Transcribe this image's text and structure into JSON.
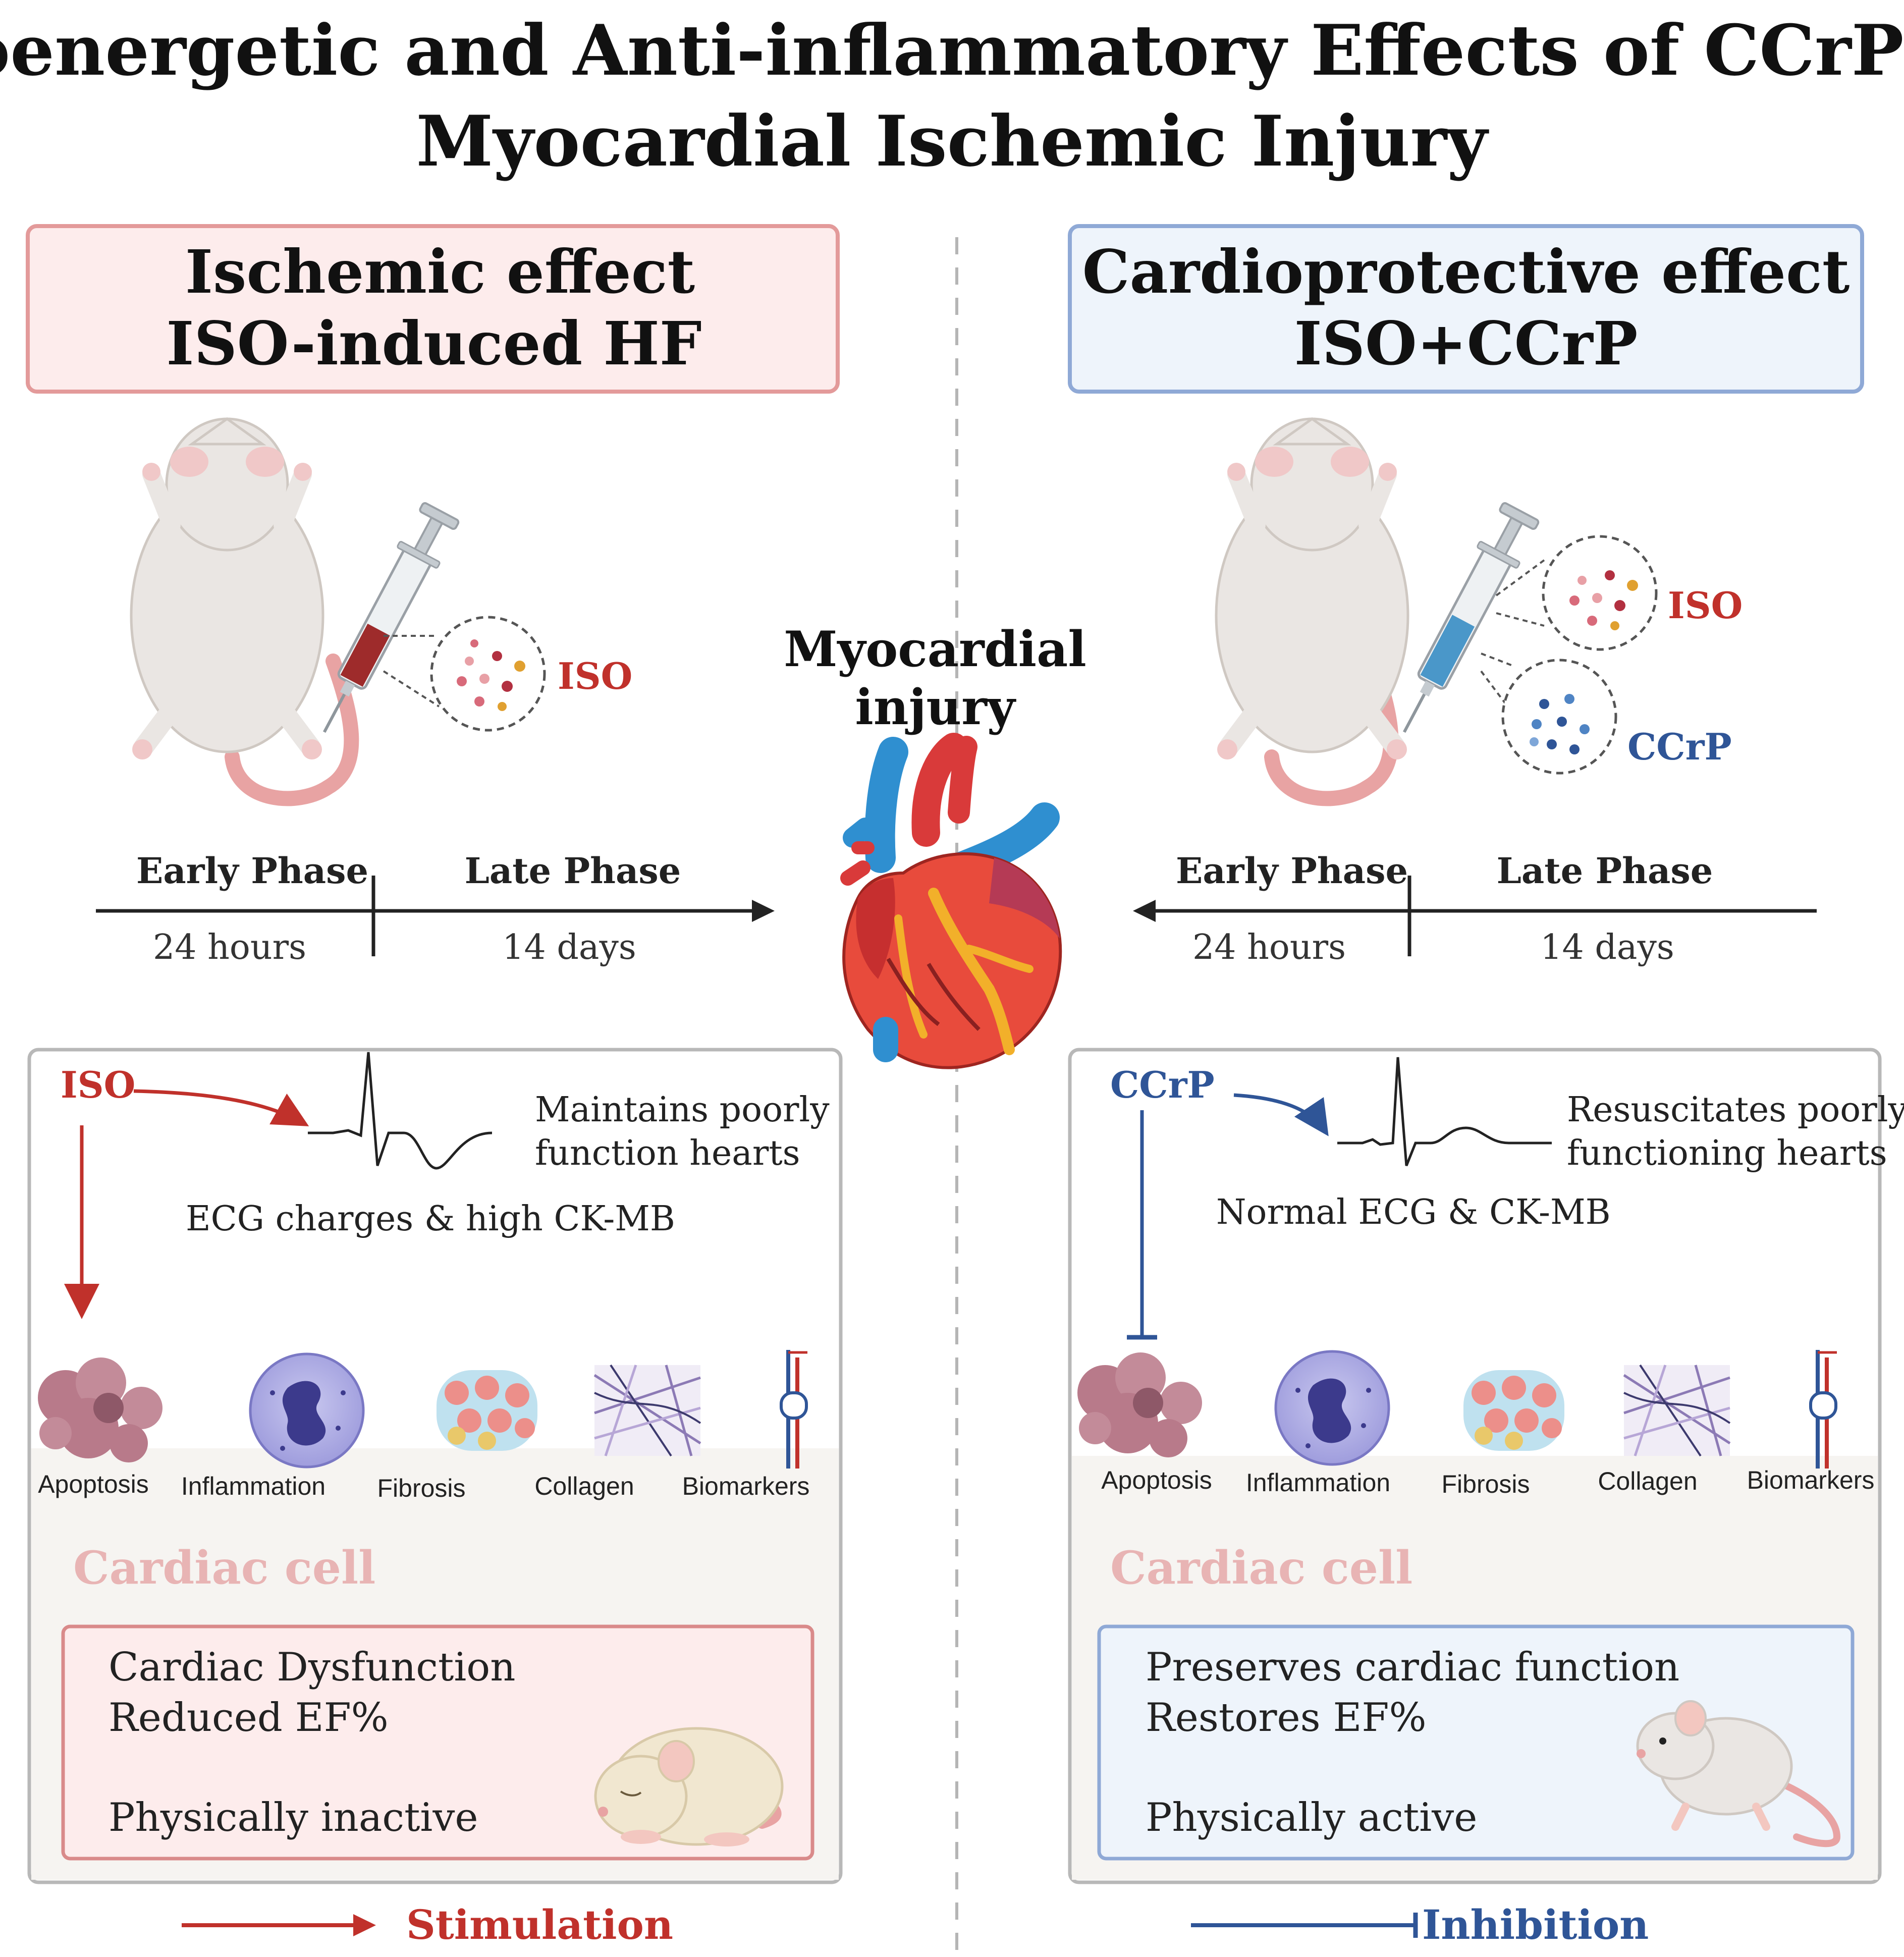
{
  "title": {
    "line1": "Bioenergetic and Anti-inflammatory Effects of CCrP on",
    "line2": "Myocardial Ischemic Injury"
  },
  "colors": {
    "red_accent": "#c0312b",
    "blue_accent": "#2f5597",
    "left_header_bg": "#fdecec",
    "left_header_border": "#e39a9a",
    "right_header_bg": "#eef4fb",
    "right_header_border": "#8fa9d6",
    "cardiac_cell_label": "#e8b4b4"
  },
  "left": {
    "header_line1": "Ischemic effect",
    "header_line2": "ISO-induced HF",
    "injection_label": "ISO",
    "timeline": {
      "early_label": "Early Phase",
      "early_time": "24 hours",
      "late_label": "Late Phase",
      "late_time": "14 days"
    },
    "panel": {
      "agent_label": "ISO",
      "heart_text_line1": "Maintains poorly",
      "heart_text_line2": "function hearts",
      "ecg_caption": "ECG charges & high CK-MB",
      "icons": [
        "Apoptosis",
        "Inflammation",
        "Fibrosis",
        "Collagen",
        "Biomarkers"
      ],
      "cell_label": "Cardiac cell",
      "outcome_line1": "Cardiac Dysfunction",
      "outcome_line2": "Reduced EF%",
      "outcome_line3": "Physically inactive"
    },
    "legend_label": "Stimulation"
  },
  "center": {
    "label_line1": "Myocardial",
    "label_line2": "injury"
  },
  "right": {
    "header_line1": "Cardioprotective effect",
    "header_line2": "ISO+CCrP",
    "injection_label_1": "ISO",
    "injection_label_2": "CCrP",
    "timeline": {
      "early_label": "Early Phase",
      "early_time": "24 hours",
      "late_label": "Late Phase",
      "late_time": "14 days"
    },
    "panel": {
      "agent_label": "CCrP",
      "heart_text_line1": "Resuscitates poorly",
      "heart_text_line2": "functioning hearts",
      "ecg_caption": "Normal ECG & CK-MB",
      "icons": [
        "Apoptosis",
        "Inflammation",
        "Fibrosis",
        "Collagen",
        "Biomarkers"
      ],
      "cell_label": "Cardiac cell",
      "outcome_line1": "Preserves cardiac function",
      "outcome_line2": "Restores EF%",
      "outcome_line3": "Physically active"
    },
    "legend_label": "Inhibition"
  }
}
